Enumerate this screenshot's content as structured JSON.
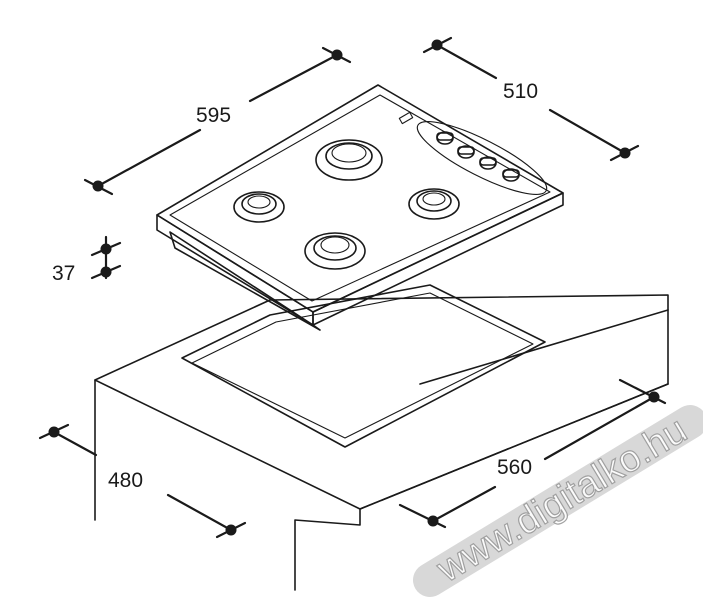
{
  "diagram": {
    "dimensions": {
      "hob_width": "595",
      "hob_depth": "510",
      "hob_height": "37",
      "cutout_width": "560",
      "cutout_depth": "480"
    },
    "burners": [
      "large",
      "small",
      "small",
      "medium"
    ],
    "control_knobs": 4
  },
  "watermark": "www.digitalko.hu"
}
